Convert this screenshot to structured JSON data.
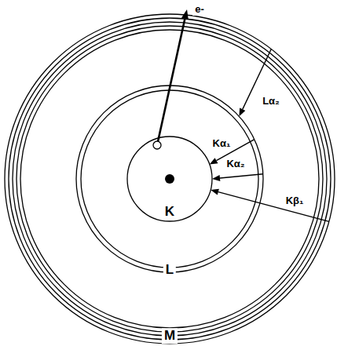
{
  "diagram": {
    "nodes": [
      {
        "text": [
          "M"
        ]
      },
      {
        "text": [
          "L"
        ],
        "in": 0
      },
      {
        "text": [
          "K"
        ],
        "in": 1
      }
    ],
    "edges": [
      {
        "from": 0,
        "to": 1,
        "arrow": "to",
        "label": "Lα₂"
      },
      {
        "from": 1,
        "to": 2,
        "arrow": "to",
        "label": "Kα₁"
      },
      {
        "from": 1,
        "to": 2,
        "arrow": "to",
        "label": "Kα₂"
      },
      {
        "from": 0,
        "to": 2,
        "arrow": "to",
        "label": "Kβ₁"
      }
    ],
    "labels": [
      "e-"
    ]
  }
}
